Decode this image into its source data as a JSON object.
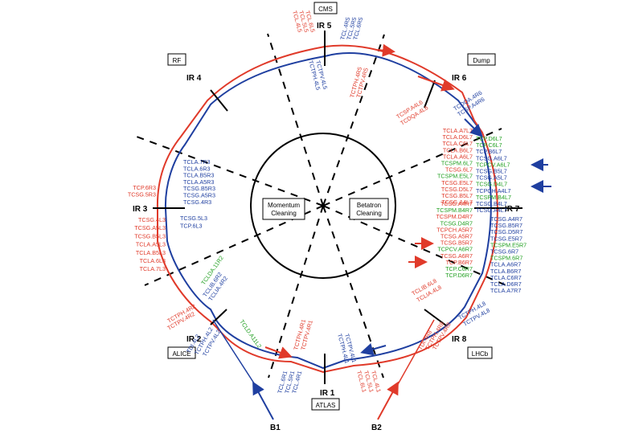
{
  "colors": {
    "beam1": "#1f3fa0",
    "beam2": "#e03a2a",
    "green": "#22a022",
    "black": "#000000"
  },
  "ip_labels": {
    "ir1": "IR 1",
    "ir2": "IR 2",
    "ir3": "IR 3",
    "ir4": "IR 4",
    "ir5": "IR 5",
    "ir6": "IR 6",
    "ir7": "IR 7",
    "ir8": "IR 8"
  },
  "experiment_boxes": {
    "cms": "CMS",
    "rf": "RF",
    "dump": "Dump",
    "alice": "ALICE",
    "lhcb": "LHCb",
    "atlas": "ATLAS"
  },
  "center_boxes": {
    "momentum": [
      "Momentum",
      "Cleaning"
    ],
    "betatron": [
      "Betatron",
      "Cleaning"
    ]
  },
  "beam_labels": {
    "b1": "B1",
    "b2": "B2"
  },
  "collimators": {
    "ir5_red": [
      "TCL.4L5",
      "TCL.5L5",
      "TCL.6L5"
    ],
    "ir5_blue_top": [
      "TCL.4R5",
      "TCL.5R5",
      "TCL.6R5"
    ],
    "ir5_blue_in": [
      "TCTPH.4L5",
      "TCTPV.4L5"
    ],
    "ir5_red_in": [
      "TCTPH.4R5",
      "TCTPV.4R5"
    ],
    "ir6_red": [
      "TCSP.A4L6",
      "TCDQA.4L6"
    ],
    "ir6_blue": [
      "TCDQA.4R6",
      "TCSP.A4R6"
    ],
    "ir7_red_top": [
      {
        "t": "TCLA.A7L7",
        "c": "red"
      },
      {
        "t": "TCLA.D6L7",
        "c": "red"
      },
      {
        "t": "TCLA.C6L7",
        "c": "red"
      },
      {
        "t": "TCLA.B6L7",
        "c": "red"
      },
      {
        "t": "TCLA.A6L7",
        "c": "red"
      },
      {
        "t": "TCSPM.6L7",
        "c": "green"
      },
      {
        "t": "TCSG.6L7",
        "c": "red"
      },
      {
        "t": "TCSPM.E5L7",
        "c": "green"
      },
      {
        "t": "TCSG.E5L7",
        "c": "red"
      },
      {
        "t": "TCSG.D5L7",
        "c": "red"
      },
      {
        "t": "TCSG.B5L7",
        "c": "red"
      },
      {
        "t": "TCSG.A4L7",
        "c": "red"
      }
    ],
    "ir7_red_bottom": [
      {
        "t": "TCSG.A4R7",
        "c": "red"
      },
      {
        "t": "TCSPM.B4R7",
        "c": "green"
      },
      {
        "t": "TCSPM.D4R7",
        "c": "red"
      },
      {
        "t": "TCSG.D4R7",
        "c": "green"
      },
      {
        "t": "TCPCH.A5R7",
        "c": "red"
      },
      {
        "t": "TCSG.A5R7",
        "c": "red"
      },
      {
        "t": "TCSG.B5R7",
        "c": "red"
      },
      {
        "t": "TCPCV.A6R7",
        "c": "green"
      },
      {
        "t": "TCSG.A6R7",
        "c": "red"
      },
      {
        "t": "TCP.B6R7",
        "c": "red"
      },
      {
        "t": "TCP.C6R7",
        "c": "green"
      },
      {
        "t": "TCP.D6R7",
        "c": "green"
      }
    ],
    "ir7_blue_top": [
      {
        "t": "TCP.D6L7",
        "c": "green"
      },
      {
        "t": "TCP.C6L7",
        "c": "green"
      },
      {
        "t": "TCP.B6L7",
        "c": "blue"
      },
      {
        "t": "TCSG.A6L7",
        "c": "blue"
      },
      {
        "t": "TCPCV.A6L7",
        "c": "green"
      },
      {
        "t": "TCSG.B5L7",
        "c": "blue"
      },
      {
        "t": "TCSG.A5L7",
        "c": "blue"
      },
      {
        "t": "TCSG.D4L7",
        "c": "green"
      },
      {
        "t": "TCPCH.A4L7",
        "c": "blue"
      },
      {
        "t": "TCSPM.B4L7",
        "c": "green"
      },
      {
        "t": "TCSG.B4L7",
        "c": "blue"
      },
      {
        "t": "TCSG.A4L7",
        "c": "blue"
      }
    ],
    "ir7_blue_bottom": [
      {
        "t": "TCSG.A4R7",
        "c": "blue"
      },
      {
        "t": "TCSG.B5R7",
        "c": "blue"
      },
      {
        "t": "TCSG.D5R7",
        "c": "blue"
      },
      {
        "t": "TCSG.E5R7",
        "c": "blue"
      },
      {
        "t": "TCSPM.E5R7",
        "c": "green"
      },
      {
        "t": "TCSG.6R7",
        "c": "blue"
      },
      {
        "t": "TCSPM.6R7",
        "c": "green"
      },
      {
        "t": "TCLA.A6R7",
        "c": "blue"
      },
      {
        "t": "TCLA.B6R7",
        "c": "blue"
      },
      {
        "t": "TCLA.C6R7",
        "c": "blue"
      },
      {
        "t": "TCLA.D6R7",
        "c": "blue"
      },
      {
        "t": "TCLA.A7R7",
        "c": "blue"
      }
    ],
    "ir8_red": [
      "TCLIB.6L8",
      "TCLIA.4L8"
    ],
    "ir8_blue": [
      "TCTPH.4L8",
      "TCTPV.4L8"
    ],
    "ir8_red_out": [
      "TDI.4R8",
      "TCTPH.4R8",
      "TCTPV.4R8"
    ],
    "ir1_blue_in": [
      "TCTPH.4L1",
      "TCTPV.4L1"
    ],
    "ir1_red_in": [
      "TCTPH.4R1",
      "TCTPV.4R1"
    ],
    "ir1_blue_out": [
      "TCL.6R1",
      "TCL.5R1",
      "TCL.4R1"
    ],
    "ir1_red_out": [
      "TCL.6L1",
      "TCL.5L1",
      "TCL.4L1"
    ],
    "ir2_red": [
      "TCTPH.4R2",
      "TCTPV.4R2"
    ],
    "ir2_blue": [
      "TDI.4L2",
      "TCTPH.4L2",
      "TCTPV.4L2"
    ],
    "ir2_blue_in": [
      "TCLIB.6R2",
      "TCLIA.4R2"
    ],
    "ir2_green": "TCLDA.11R2",
    "ir2_green2": "TCLD.A11L2",
    "ir3_blue_top": [
      "TCLA.7R3",
      "TCLA.6R3",
      "TCLA.B5R3",
      "TCLA.A5R3",
      "TCSG.B5R3",
      "TCSG.A5R3",
      "TCSG.4R3"
    ],
    "ir3_blue_bottom": [
      "TCSG.5L3",
      "TCP.6L3"
    ],
    "ir3_red_top": [
      "TCP.6R3",
      "TCSG.5R3"
    ],
    "ir3_red_bottom": [
      "TCSG.4L3",
      "TCSG.A5L3",
      "TCSG.B5L3",
      "TCLA.A5L3",
      "TCLA.B5L3",
      "TCLA.6L3",
      "TCLA.7L3"
    ]
  }
}
